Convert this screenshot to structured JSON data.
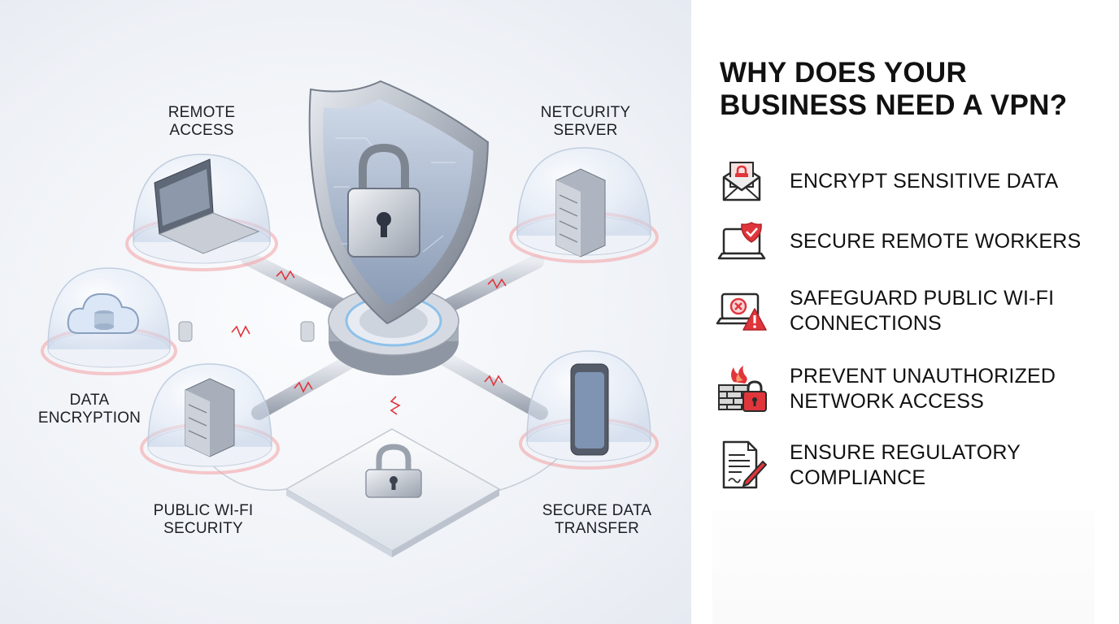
{
  "illustration": {
    "labels": {
      "remote_access": "REMOTE\nACCESS",
      "netcurity_server": "NETCURITY\nSERVER",
      "data_encryption": "DATA\nENCRYPTION",
      "public_wifi": "PUBLIC WI-FI\nSECURITY",
      "secure_transfer": "SECURE DATA\nTRANSFER"
    }
  },
  "panel": {
    "title": "WHY DOES YOUR BUSINESS NEED A VPN?",
    "benefits": [
      {
        "icon": "lock-envelope-icon",
        "text": "ENCRYPT SENSITIVE DATA"
      },
      {
        "icon": "laptop-shield-icon",
        "text": "SECURE REMOTE WORKERS"
      },
      {
        "icon": "laptop-warning-icon",
        "text": "SAFEGUARD PUBLIC WI-FI CONNECTIONS"
      },
      {
        "icon": "firewall-lock-icon",
        "text": "PREVENT UNAUTHORIZED NETWORK ACCESS"
      },
      {
        "icon": "document-pen-icon",
        "text": "ENSURE REGULATORY COMPLIANCE"
      }
    ]
  },
  "colors": {
    "accent_red": "#e0353b",
    "text_dark": "#111111",
    "metal": "#b9bfc9",
    "glass": "#dfe8f5"
  }
}
